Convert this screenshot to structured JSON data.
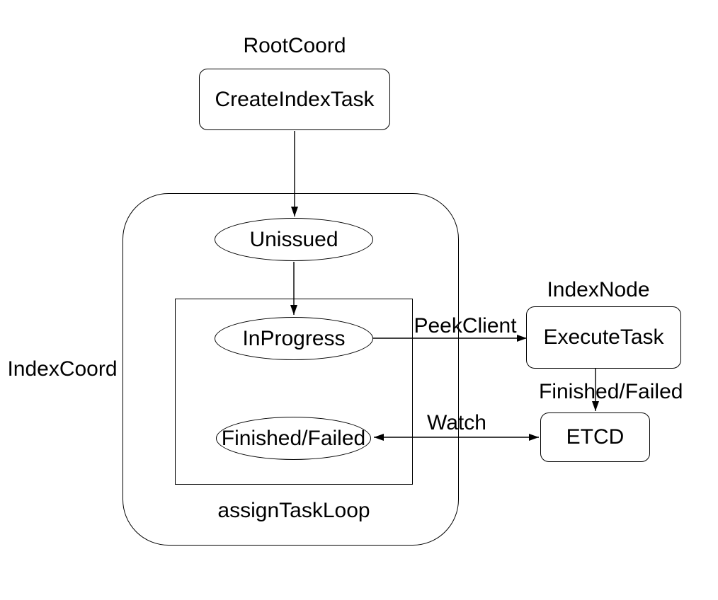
{
  "diagram": {
    "background": "#ffffff",
    "stroke_color": "#000000",
    "text_color": "#000000"
  },
  "labels": {
    "root_coord": "RootCoord",
    "index_coord": "IndexCoord",
    "index_node": "IndexNode",
    "assign_task_loop": "assignTaskLoop"
  },
  "nodes": {
    "create_index_task": {
      "label": "CreateIndexTask",
      "shape": "rounded-rectangle",
      "group": "RootCoord"
    },
    "unissued": {
      "label": "Unissued",
      "shape": "ellipse",
      "group": "IndexCoord"
    },
    "in_progress": {
      "label": "InProgress",
      "shape": "ellipse",
      "group": "assignTaskLoop"
    },
    "finished_failed": {
      "label": "Finished/Failed",
      "shape": "ellipse",
      "group": "assignTaskLoop"
    },
    "execute_task": {
      "label": "ExecuteTask",
      "shape": "rounded-rectangle",
      "group": "IndexNode"
    },
    "etcd": {
      "label": "ETCD",
      "shape": "rounded-rectangle",
      "group": ""
    }
  },
  "edges": [
    {
      "from": "CreateIndexTask",
      "to": "Unissued",
      "label": "",
      "bidirectional": false
    },
    {
      "from": "Unissued",
      "to": "InProgress",
      "label": "",
      "bidirectional": false
    },
    {
      "from": "InProgress",
      "to": "ExecuteTask",
      "label": "PeekClient",
      "bidirectional": false
    },
    {
      "from": "ExecuteTask",
      "to": "ETCD",
      "label": "Finished/Failed",
      "bidirectional": false
    },
    {
      "from": "Finished/Failed",
      "to": "ETCD",
      "label": "Watch",
      "bidirectional": true
    }
  ]
}
